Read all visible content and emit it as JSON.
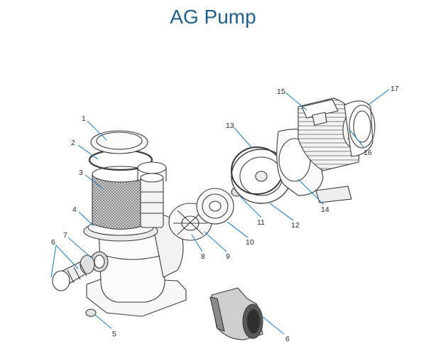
{
  "title": "AG Pump",
  "colors": {
    "title": "#1f5f8e",
    "leader": "#2d84c4",
    "outline": "#3a3a3a"
  },
  "callouts": [
    {
      "id": "c1",
      "label": "1"
    },
    {
      "id": "c2",
      "label": "2"
    },
    {
      "id": "c3",
      "label": "3"
    },
    {
      "id": "c4",
      "label": "4"
    },
    {
      "id": "c5",
      "label": "5"
    },
    {
      "id": "c6a",
      "label": "6"
    },
    {
      "id": "c6b",
      "label": "6"
    },
    {
      "id": "c7",
      "label": "7"
    },
    {
      "id": "c8",
      "label": "8"
    },
    {
      "id": "c9",
      "label": "9"
    },
    {
      "id": "c10",
      "label": "10"
    },
    {
      "id": "c11",
      "label": "11"
    },
    {
      "id": "c12",
      "label": "12"
    },
    {
      "id": "c13",
      "label": "13"
    },
    {
      "id": "c14",
      "label": "14"
    },
    {
      "id": "c15",
      "label": "15"
    },
    {
      "id": "c16",
      "label": "16"
    },
    {
      "id": "c17",
      "label": "17"
    }
  ]
}
